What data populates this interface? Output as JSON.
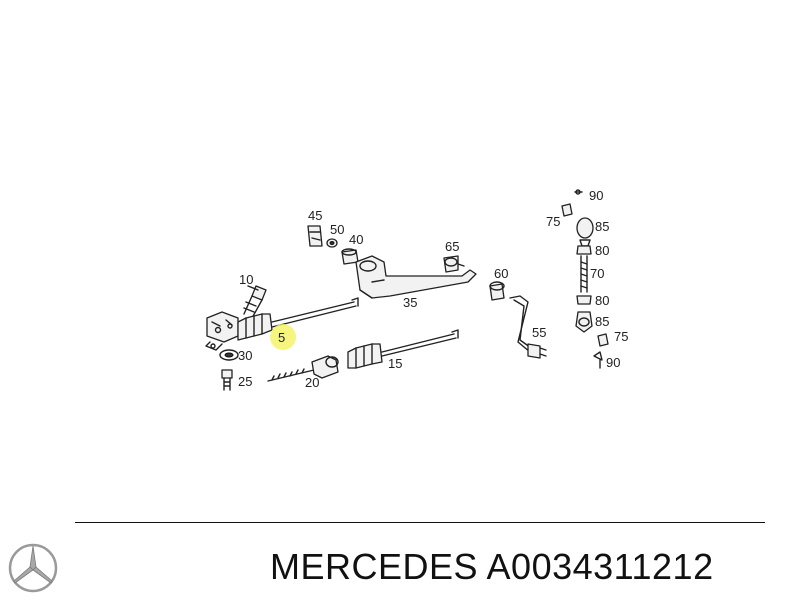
{
  "diagram": {
    "callouts": {
      "c5": "5",
      "c10": "10",
      "c15": "15",
      "c20": "20",
      "c25": "25",
      "c30": "30",
      "c35": "35",
      "c40": "40",
      "c45": "45",
      "c50": "50",
      "c55": "55",
      "c60": "60",
      "c65": "65",
      "c70": "70",
      "c75a": "75",
      "c75b": "75",
      "c80a": "80",
      "c80b": "80",
      "c85a": "85",
      "c85b": "85",
      "c90a": "90",
      "c90b": "90"
    },
    "highlighted_callout": "5",
    "highlight_color": "#f3f36a"
  },
  "footer": {
    "caption": "MERCEDES A0034311212",
    "logo": "mercedes-star-logo"
  }
}
